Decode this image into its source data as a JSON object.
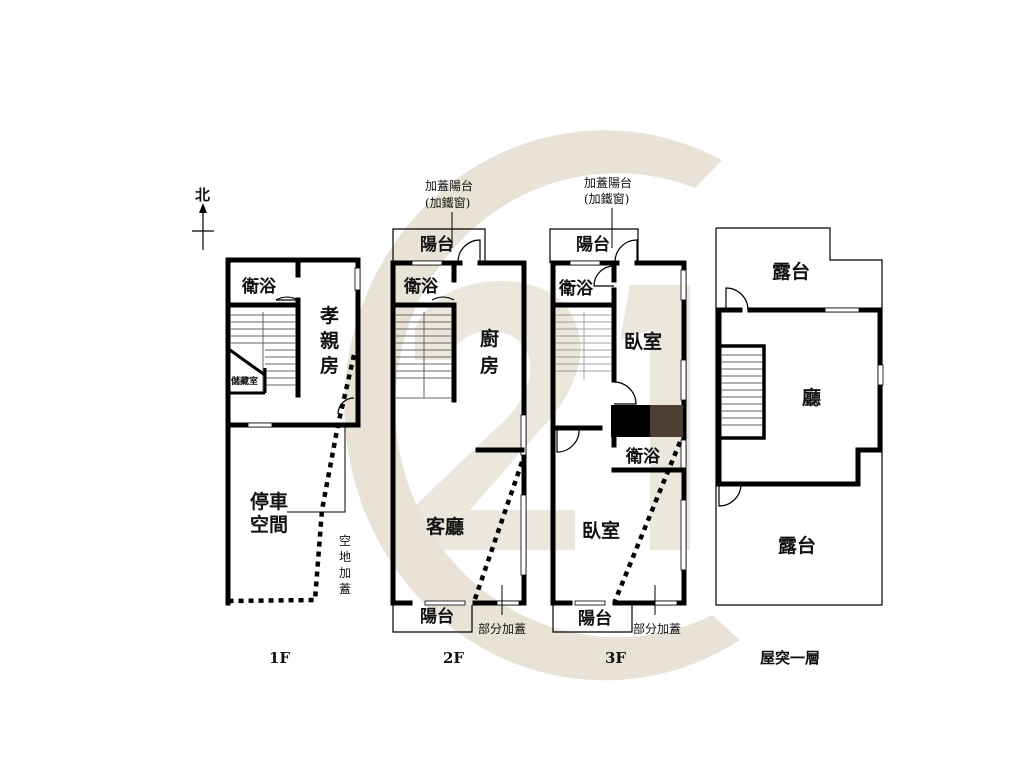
{
  "compass": {
    "label": "北"
  },
  "watermark": {
    "text": "C21",
    "color": "#e8e3d6"
  },
  "floors": [
    {
      "id": "1F",
      "label": "1F",
      "rooms": {
        "bathroom": "衛浴",
        "parents_room": [
          "孝",
          "親",
          "房"
        ],
        "storage": "儲藏室",
        "parking": [
          "停車",
          "空間"
        ]
      },
      "notes": {
        "extension": [
          "空",
          "地",
          "加",
          "蓋"
        ]
      }
    },
    {
      "id": "2F",
      "label": "2F",
      "rooms": {
        "balcony_top": "陽台",
        "bathroom": "衛浴",
        "kitchen": [
          "廚",
          "房"
        ],
        "living_room": "客廳",
        "balcony_bottom": "陽台"
      },
      "notes": {
        "top_extension": [
          "加蓋陽台",
          "(加鐵窗)"
        ],
        "partial_extension": "部分加蓋"
      }
    },
    {
      "id": "3F",
      "label": "3F",
      "rooms": {
        "balcony_top": "陽台",
        "bathroom_top": "衛浴",
        "bedroom_top": "臥室",
        "bathroom_mid": "衛浴",
        "bedroom_bottom": "臥室",
        "balcony_bottom": "陽台"
      },
      "notes": {
        "top_extension": [
          "加蓋陽台",
          "(加鐵窗)"
        ],
        "partial_extension": "部分加蓋"
      }
    },
    {
      "id": "roof",
      "label": "屋突一層",
      "rooms": {
        "terrace_top": "露台",
        "hall": "廳",
        "terrace_bottom": "露台"
      }
    }
  ]
}
